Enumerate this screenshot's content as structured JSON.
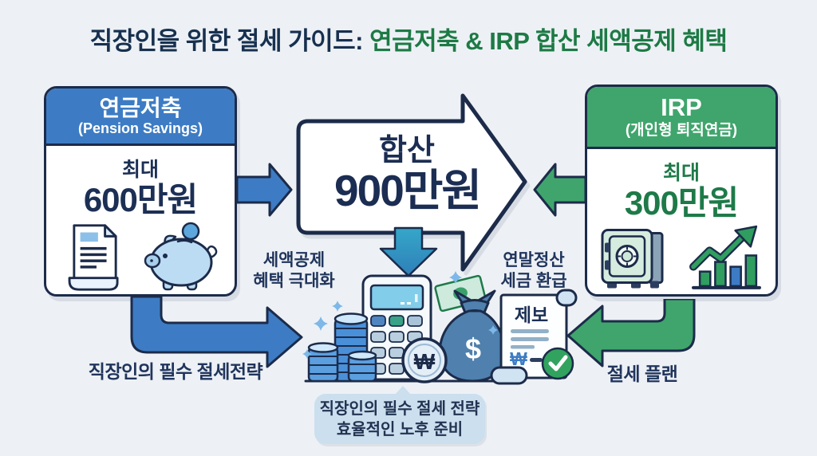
{
  "title": {
    "part1": "직장인을 위한 절세 가이드:",
    "part2": "연금저축 & IRP 합산 세액공제 혜택"
  },
  "pension_box": {
    "title": "연금저축",
    "subtitle": "(Pension Savings)",
    "max_label": "최대",
    "amount": "600만원"
  },
  "irp_box": {
    "title": "IRP",
    "subtitle": "(개인형 퇴직연금)",
    "max_label": "최대",
    "amount": "300만원"
  },
  "center_arrow": {
    "label": "합산",
    "amount": "900만원"
  },
  "callouts": {
    "tax_credit_line1": "세액공제",
    "tax_credit_line2": "혜택 극대화",
    "year_end_line1": "연말정산",
    "year_end_line2": "세금 환급",
    "left_arrow_label": "직장인의 필수 절세전략",
    "right_arrow_label": "절세 플랜"
  },
  "scroll": {
    "title": "제보",
    "currency": "₩"
  },
  "money": {
    "bag_symbol": "$",
    "coin_symbol": "₩"
  },
  "bottom_note": {
    "line1": "직장인의 필수 절세 전략",
    "line2": "효율적인 노후 준비"
  },
  "colors": {
    "background": "#edf1f5",
    "navy": "#1c2b4a",
    "title_navy": "#17304f",
    "title_green": "#1d7a45",
    "blue_header": "#3d7cc4",
    "green_header": "#3fa56c",
    "teal_arrow": "#2f9dbd",
    "light_blue": "#b9dbf2"
  }
}
